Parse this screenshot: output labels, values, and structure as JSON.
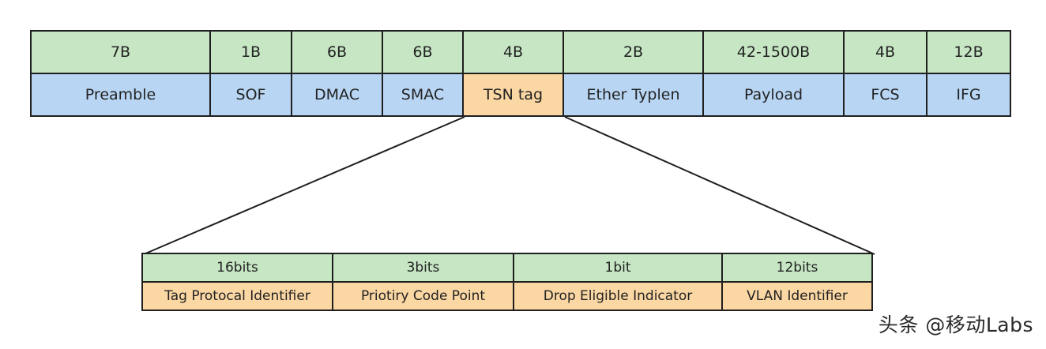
{
  "frame": {
    "fields": [
      {
        "size": "7B",
        "name": "Preamble",
        "color": "#b8d6f4"
      },
      {
        "size": "1B",
        "name": "SOF",
        "color": "#b8d6f4"
      },
      {
        "size": "6B",
        "name": "DMAC",
        "color": "#b8d6f4"
      },
      {
        "size": "6B",
        "name": "SMAC",
        "color": "#b8d6f4"
      },
      {
        "size": "4B",
        "name": "TSN tag",
        "color": "#fbd7a4"
      },
      {
        "size": "2B",
        "name": "Ether Typlen",
        "color": "#b8d6f4"
      },
      {
        "size": "42-1500B",
        "name": "Payload",
        "color": "#b8d6f4"
      },
      {
        "size": "4B",
        "name": "FCS",
        "color": "#b8d6f4"
      },
      {
        "size": "12B",
        "name": "IFG",
        "color": "#b8d6f4"
      }
    ]
  },
  "tsn_tag": {
    "fields": [
      {
        "size": "16bits",
        "name": "Tag Protocal Identifier"
      },
      {
        "size": "3bits",
        "name": "Priotiry Code Point"
      },
      {
        "size": "1bit",
        "name": "Drop Eligible Indicator"
      },
      {
        "size": "12bits",
        "name": "VLAN Identifier"
      }
    ]
  },
  "colors": {
    "size_row": "#c6e6c4",
    "name_row": "#b8d6f4",
    "highlight": "#fbd7a4",
    "border": "#1f1f1f"
  },
  "watermark": "头条 @移动Labs"
}
